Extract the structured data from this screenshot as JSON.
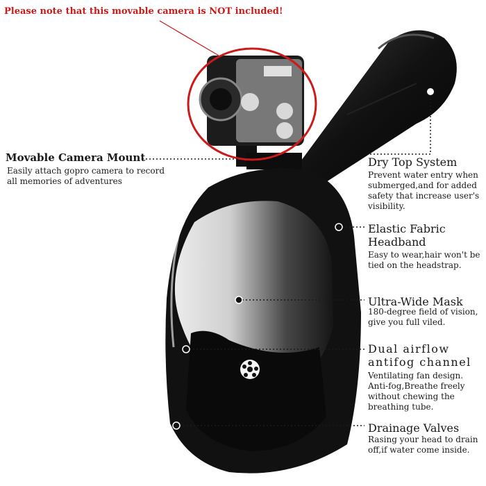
{
  "notice": "Please note that this movable camera is NOT included!",
  "features": {
    "camera_mount": {
      "title": "Movable Camera Mount",
      "description": "Easily attach gopro camera to record\nall memories of adventures"
    },
    "dry_top": {
      "title": "Dry Top System",
      "description": "Prevent water entry when\nsubmerged,and for added\nsafety that increase user's\nvisibility."
    },
    "elastic_headband": {
      "title": "Elastic Fabric\nHeadband",
      "description": "Easy to wear,hair won't be\ntied on the headstrap."
    },
    "ultra_wide": {
      "title": "Ultra-Wide Mask",
      "description": "180-degree field of vision,\ngive you full viled."
    },
    "dual_airflow": {
      "title": "Dual airflow\nantifog channel",
      "description": "Ventilating fan design.\nAnti-fog,Breathe freely\nwithout chewing the\nbreathing tube."
    },
    "drainage": {
      "title": "Drainage Valves",
      "description": "Rasing your head to drain\noff,if water come inside."
    }
  },
  "colors": {
    "notice_red": "#cc1a1a",
    "mask_black": "#111111",
    "text": "#1a1a1a"
  }
}
